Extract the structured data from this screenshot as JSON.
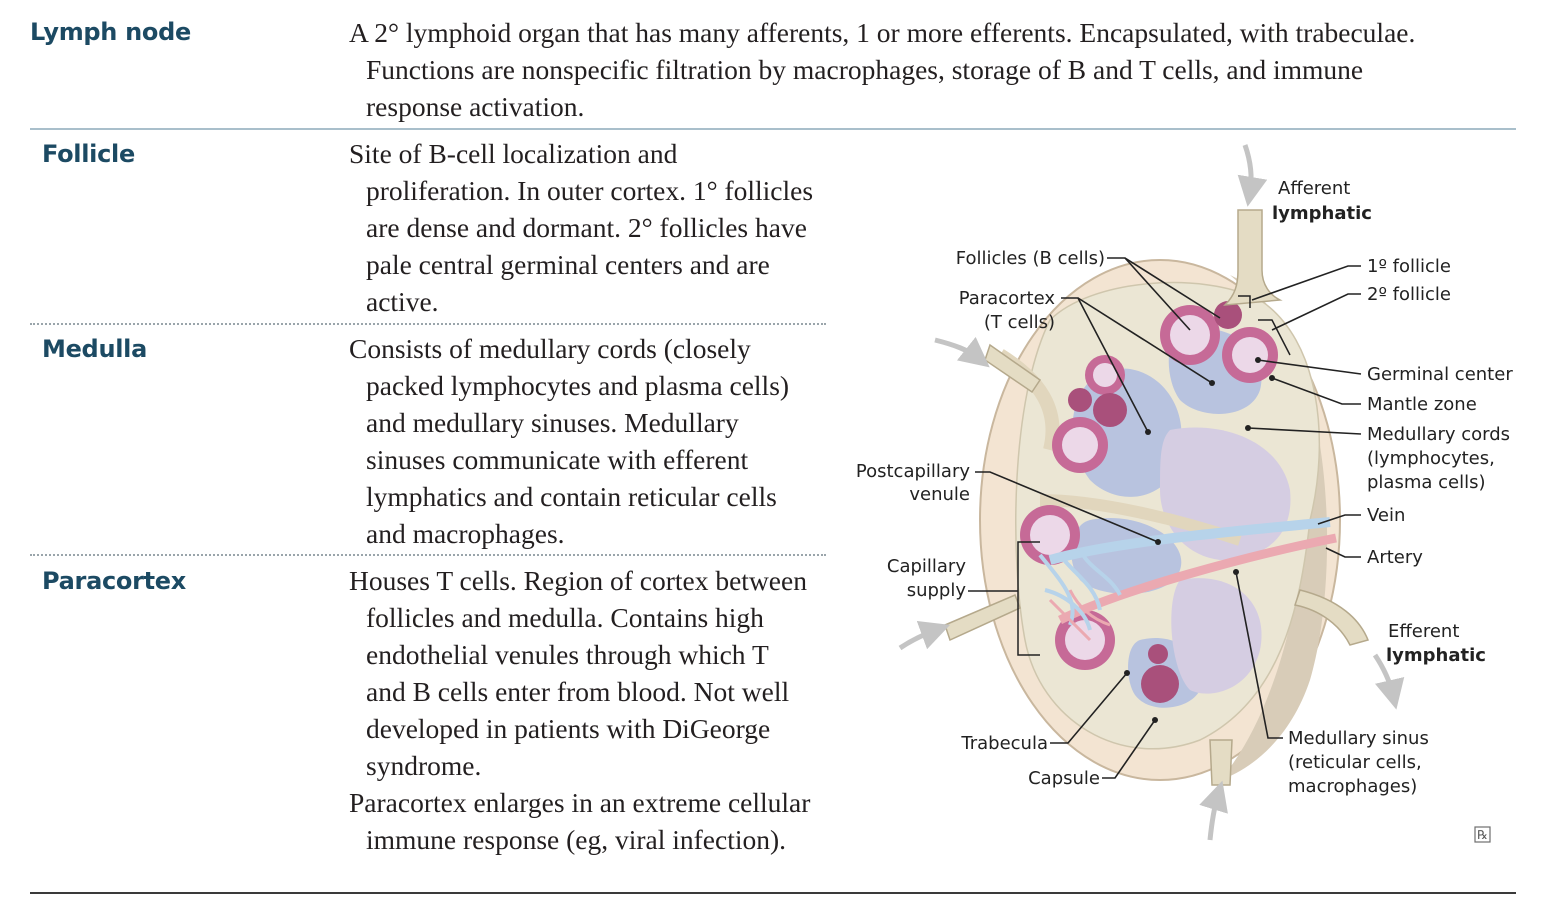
{
  "rows": [
    {
      "term": "Lymph node",
      "lines": [
        "A 2° lymphoid organ that has many afferents, 1 or more efferents. Encapsulated, with trabeculae.",
        "Functions are nonspecific filtration by macrophages, storage of B and T cells, and immune",
        "response activation."
      ]
    },
    {
      "term": "Follicle",
      "lines": [
        "Site of B-cell localization and",
        "proliferation. In outer cortex. 1° follicles",
        "are dense and dormant. 2° follicles have",
        "pale central germinal centers and are",
        "active."
      ]
    },
    {
      "term": "Medulla",
      "lines": [
        "Consists of medullary cords (closely",
        "packed lymphocytes and plasma cells)",
        "and medullary sinuses. Medullary",
        "sinuses communicate with efferent",
        "lymphatics and contain reticular cells",
        "and macrophages."
      ]
    },
    {
      "term": "Paracortex",
      "lines": [
        "Houses T cells. Region of cortex between",
        "follicles and medulla. Contains high",
        "endothelial venules through which T",
        "and B cells enter from blood. Not well",
        "developed in patients with DiGeorge",
        "syndrome."
      ],
      "extra_lines": [
        "Paracortex enlarges in an extreme cellular",
        "immune response (eg, viral infection)."
      ]
    }
  ],
  "figure": {
    "labels": {
      "afferent_1": "Afferent",
      "afferent_2": "lymphatic",
      "follicles_b": "Follicles (B cells)",
      "paracortex_1": "Paracortex",
      "paracortex_2": "(T cells)",
      "primary_follicle": "1º follicle",
      "secondary_follicle": "2º follicle",
      "germinal_center": "Germinal center",
      "mantle_zone": "Mantle zone",
      "medullary_cords_1": "Medullary cords",
      "medullary_cords_2": "(lymphocytes,",
      "medullary_cords_3": "plasma cells)",
      "postcapillary_1": "Postcapillary",
      "postcapillary_2": "venule",
      "vein": "Vein",
      "artery": "Artery",
      "capillary_1": "Capillary",
      "capillary_2": "supply",
      "efferent_1": "Efferent",
      "efferent_2": "lymphatic",
      "trabecula": "Trabecula",
      "capsule": "Capsule",
      "medullary_sinus_1": "Medullary sinus",
      "medullary_sinus_2": "(reticular cells,",
      "medullary_sinus_3": "macrophages)",
      "rx_logo": "℞"
    },
    "colors": {
      "capsule": "#f3e4d2",
      "cortex": "#ebe6d4",
      "paracortex": "#b8c3df",
      "follicle": "#c66a97",
      "germinal": "#ecd8e8",
      "medulla": "#d5cde2",
      "vein": "#b7d3ea",
      "artery": "#eba9b1",
      "term_text": "#1c4a63"
    }
  }
}
